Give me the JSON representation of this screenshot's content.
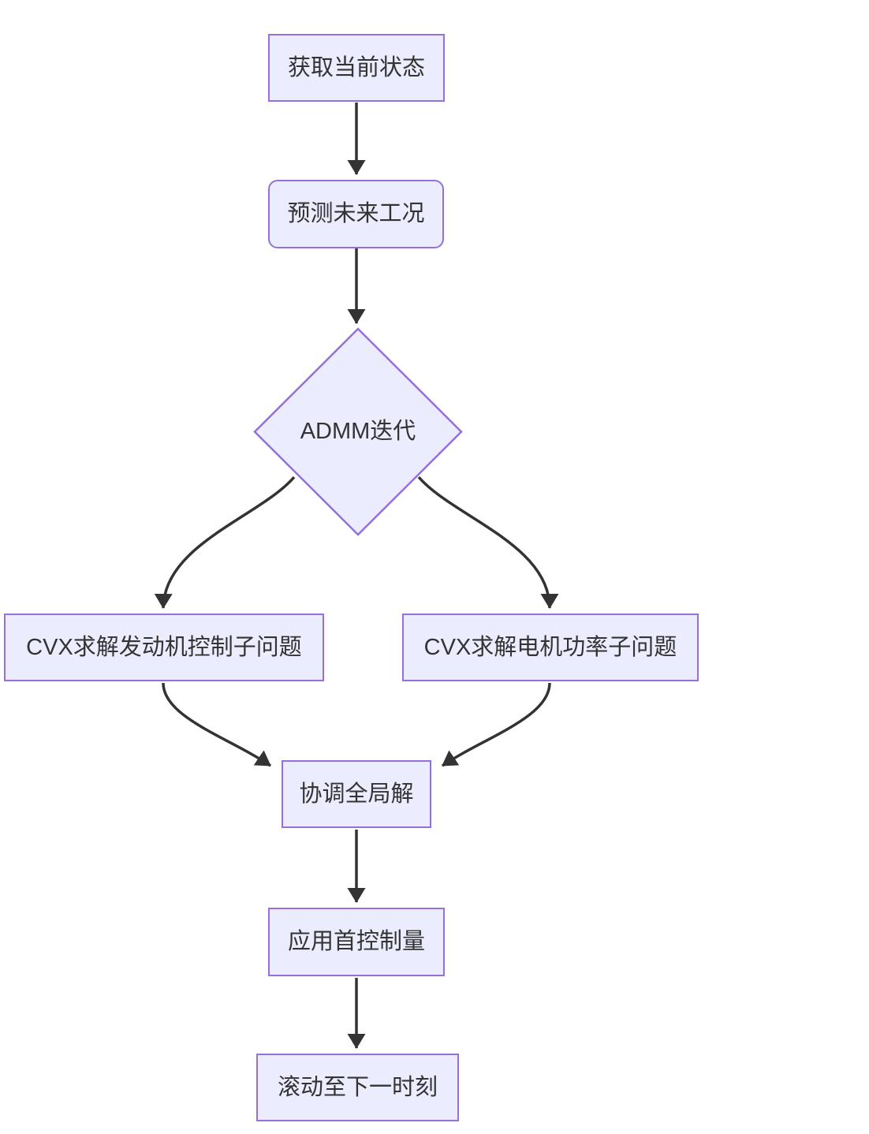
{
  "diagram": {
    "type": "flowchart",
    "direction": "top-down",
    "colors": {
      "background": "#ffffff",
      "node_fill": "#ECECFF",
      "node_border": "#9370DB",
      "text": "#333333",
      "edge": "#333333"
    },
    "nodes": [
      {
        "id": "get-current-state",
        "label": "获取当前状态",
        "shape": "rectangle"
      },
      {
        "id": "predict-future-conditions",
        "label": "预测未来工况",
        "shape": "rounded-rectangle"
      },
      {
        "id": "admm-iteration",
        "label": "ADMM迭代",
        "shape": "diamond"
      },
      {
        "id": "cvx-engine-subproblem",
        "label": "CVX求解发动机控制子问题",
        "shape": "rectangle"
      },
      {
        "id": "cvx-motor-subproblem",
        "label": "CVX求解电机功率子问题",
        "shape": "rectangle"
      },
      {
        "id": "coordinate-global-solution",
        "label": "协调全局解",
        "shape": "rectangle"
      },
      {
        "id": "apply-first-control",
        "label": "应用首控制量",
        "shape": "rectangle"
      },
      {
        "id": "roll-to-next-time",
        "label": "滚动至下一时刻",
        "shape": "rectangle"
      }
    ],
    "edges": [
      {
        "from": "get-current-state",
        "to": "predict-future-conditions"
      },
      {
        "from": "predict-future-conditions",
        "to": "admm-iteration"
      },
      {
        "from": "admm-iteration",
        "to": "cvx-engine-subproblem"
      },
      {
        "from": "admm-iteration",
        "to": "cvx-motor-subproblem"
      },
      {
        "from": "cvx-engine-subproblem",
        "to": "coordinate-global-solution"
      },
      {
        "from": "cvx-motor-subproblem",
        "to": "coordinate-global-solution"
      },
      {
        "from": "coordinate-global-solution",
        "to": "apply-first-control"
      },
      {
        "from": "apply-first-control",
        "to": "roll-to-next-time"
      }
    ]
  }
}
